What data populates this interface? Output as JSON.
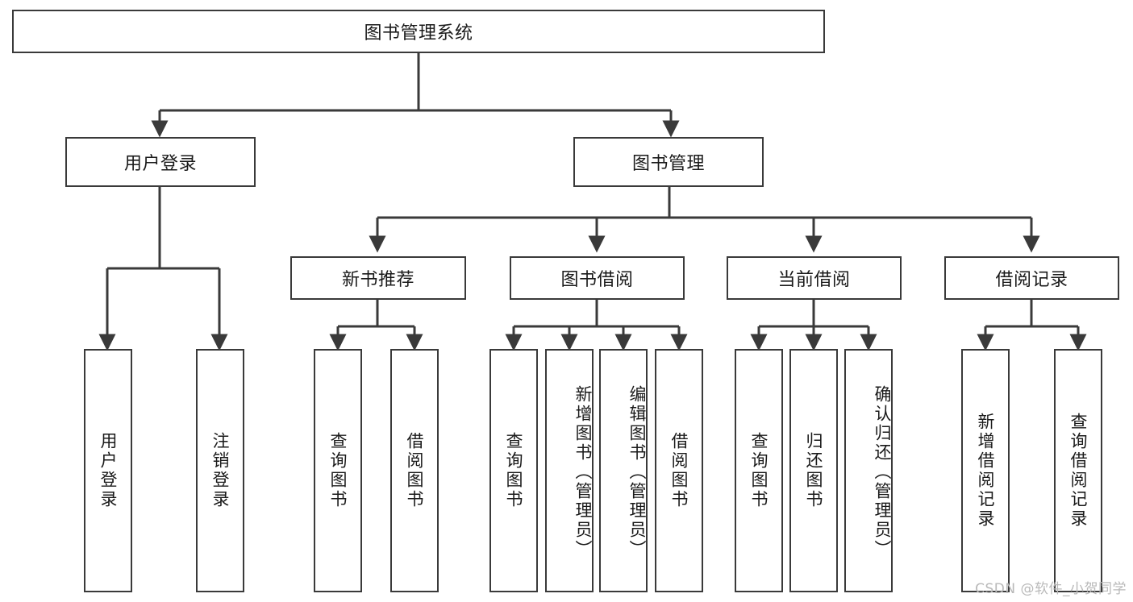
{
  "diagram": {
    "type": "tree-hierarchy-diagram",
    "title": "图书管理系统",
    "watermark": "CSDN @软件_小贺同学",
    "colors": {
      "box_border": "#3a3a3a",
      "box_fill": "#ffffff",
      "connector": "#3a3a3a",
      "text": "#1a1a1a",
      "watermark": "#b9b9b9",
      "background": "#ffffff"
    },
    "root": {
      "label": "图书管理系统"
    },
    "level2": [
      {
        "label": "用户登录"
      },
      {
        "label": "图书管理"
      }
    ],
    "level3": [
      {
        "label": "新书推荐"
      },
      {
        "label": "图书借阅"
      },
      {
        "label": "当前借阅"
      },
      {
        "label": "借阅记录"
      }
    ],
    "leaves": {
      "user_login": [
        {
          "label": "用户登录"
        },
        {
          "label": "注销登录"
        }
      ],
      "new_book_recommend": [
        {
          "label": "查询图书"
        },
        {
          "label": "借阅图书"
        }
      ],
      "book_borrow": [
        {
          "label": "查询图书"
        },
        {
          "label": "新增图书（管理员）"
        },
        {
          "label": "编辑图书（管理员）"
        },
        {
          "label": "借阅图书"
        }
      ],
      "current_borrow": [
        {
          "label": "查询图书"
        },
        {
          "label": "归还图书"
        },
        {
          "label": "确认归还（管理员）"
        }
      ],
      "borrow_record": [
        {
          "label": "新增借阅记录"
        },
        {
          "label": "查询借阅记录"
        }
      ]
    }
  }
}
